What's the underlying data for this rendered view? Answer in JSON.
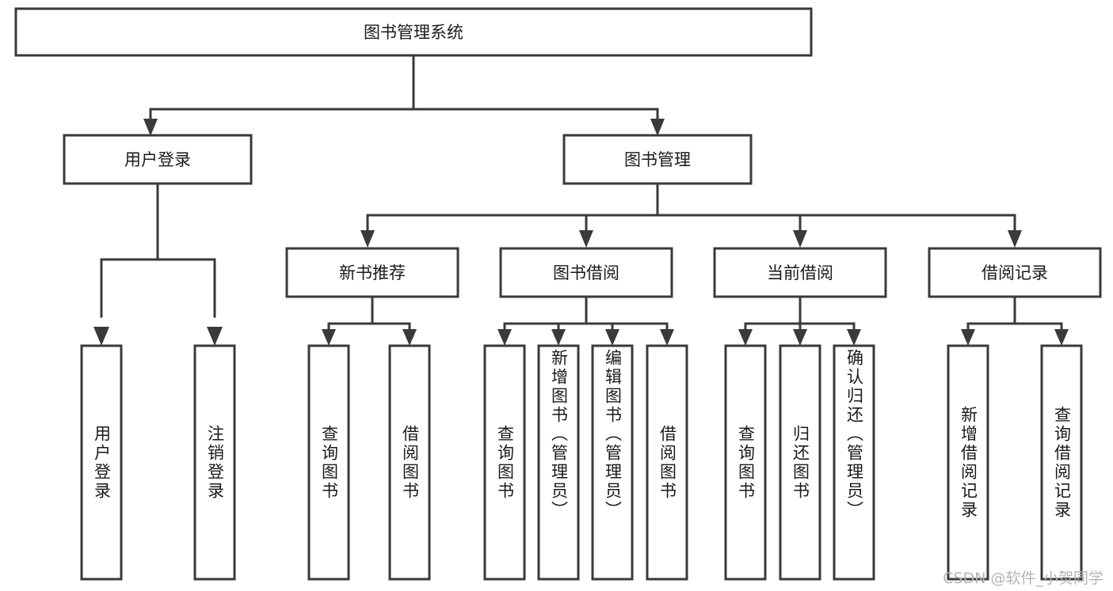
{
  "diagram": {
    "type": "tree-hierarchy",
    "title": "图书管理系统",
    "watermark": "CSDN @软件_小贺同学",
    "colors": {
      "stroke": "#3a3a3a",
      "fill": "#ffffff",
      "text": "#1a1a1a",
      "watermark": "#b4b4b4"
    },
    "levels": {
      "root": {
        "label": "图书管理系统"
      },
      "level2": [
        {
          "label": "用户登录"
        },
        {
          "label": "图书管理"
        }
      ],
      "level3": [
        {
          "label": "新书推荐"
        },
        {
          "label": "图书借阅"
        },
        {
          "label": "当前借阅"
        },
        {
          "label": "借阅记录"
        }
      ],
      "leaves": [
        {
          "label": "用户登录",
          "parent": "用户登录",
          "align": "middle"
        },
        {
          "label": "注销登录",
          "parent": "用户登录",
          "align": "middle"
        },
        {
          "label": "查询图书",
          "parent": "新书推荐",
          "align": "middle"
        },
        {
          "label": "借阅图书",
          "parent": "新书推荐",
          "align": "middle"
        },
        {
          "label": "查询图书",
          "parent": "图书借阅",
          "align": "middle"
        },
        {
          "label": "新增图书（管理员）",
          "parent": "图书借阅",
          "align": "top"
        },
        {
          "label": "编辑图书（管理员）",
          "parent": "图书借阅",
          "align": "top"
        },
        {
          "label": "借阅图书",
          "parent": "图书借阅",
          "align": "middle"
        },
        {
          "label": "查询图书",
          "parent": "当前借阅",
          "align": "middle"
        },
        {
          "label": "归还图书",
          "parent": "当前借阅",
          "align": "middle"
        },
        {
          "label": "确认归还（管理员）",
          "parent": "当前借阅",
          "align": "top"
        },
        {
          "label": "新增借阅记录",
          "parent": "借阅记录",
          "align": "middle"
        },
        {
          "label": "查询借阅记录",
          "parent": "借阅记录",
          "align": "middle"
        }
      ]
    }
  }
}
